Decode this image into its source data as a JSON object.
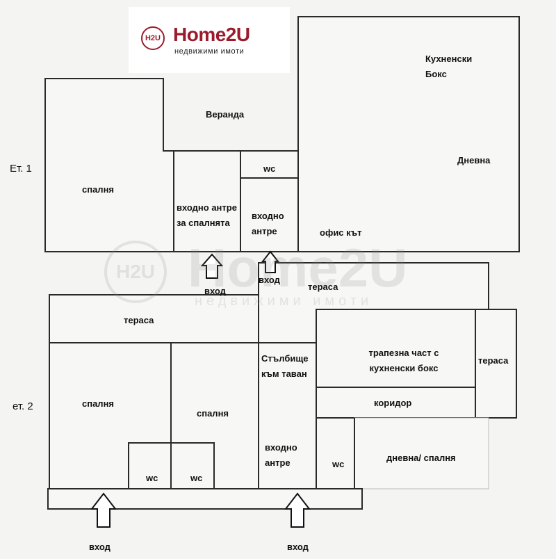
{
  "logo": {
    "mark": "H2U",
    "title": "Home2U",
    "subtitle": "недвижими имоти"
  },
  "watermark": {
    "mark": "H2U",
    "title": "Home2U",
    "subtitle": "недвижими имоти"
  },
  "floors": {
    "floor1_label": "Ет. 1",
    "floor2_label": "ет. 2"
  },
  "rooms_floor1": {
    "bedroom": "спалня",
    "veranda": "Веранда",
    "kitchen_box": "Кухненски\nБокс",
    "living": "Дневна",
    "office": "офис кът",
    "wc": "wc",
    "entry_bedroom": "входно антре\nза спалнята",
    "entry": "входно\nантре"
  },
  "rooms_floor2": {
    "terrace_left": "тераса",
    "terrace_top": "тераса",
    "terrace_right": "тераса",
    "bedroom_left": "спалня",
    "bedroom_mid": "спалня",
    "wc_left": "wc",
    "wc_mid": "wc",
    "stairs": "Стълбище\nкъм таван",
    "entry": "входно\nантре",
    "dining": "трапезна част с\nкухненски бокс",
    "corridor": "коридор",
    "wc_right": "wc",
    "living_bedroom": "дневна/ спалня"
  },
  "entrances": {
    "f1_left": "вход",
    "f1_right": "вход",
    "f2_left": "вход",
    "f2_right": "вход"
  }
}
